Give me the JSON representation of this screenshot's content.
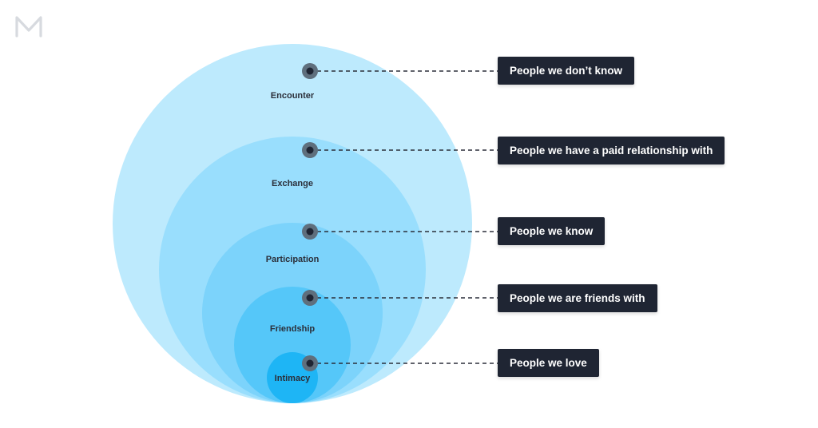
{
  "colors": {
    "ring_outer": "#bdeafd",
    "ring_2": "#99defd",
    "ring_3": "#7cd3fb",
    "ring_4": "#55c7f9",
    "ring_inner": "#1eb5f5",
    "marker_outer": "#5f6f7d",
    "marker_inner": "#1f2533",
    "connector": "#2b2f3a",
    "callout_bg": "#1f2533",
    "callout_text": "#ffffff",
    "logo": "#d7dadf"
  },
  "logo": {
    "icon": "m-logo-icon"
  },
  "rings": [
    {
      "label": "Encounter",
      "callout": "People we don’t know"
    },
    {
      "label": "Exchange",
      "callout": "People we have a paid relationship with"
    },
    {
      "label": "Participation",
      "callout": "People we know"
    },
    {
      "label": "Friendship",
      "callout": "People we are friends with"
    },
    {
      "label": "Intimacy",
      "callout": "People we love"
    }
  ]
}
